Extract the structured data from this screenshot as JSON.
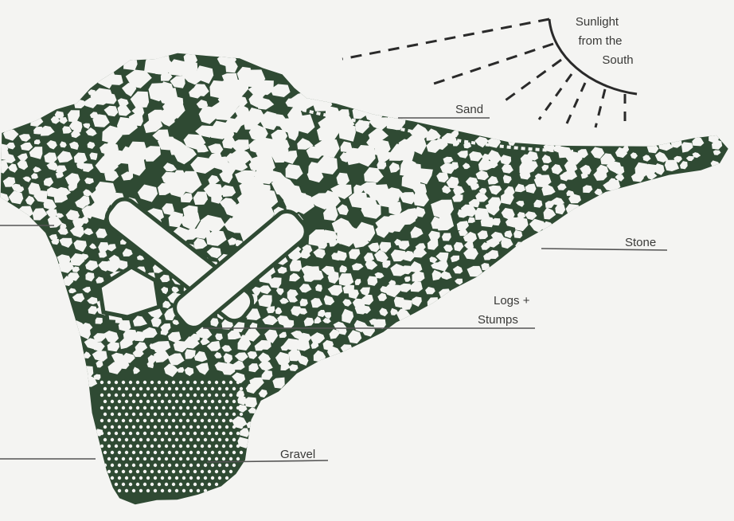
{
  "labels": {
    "sunlight_line1": "Sunlight",
    "sunlight_line2": "from the",
    "sunlight_line3": "South",
    "sand": "Sand",
    "stone": "Stone",
    "logs_line1": "Logs +",
    "logs_line2": "Stumps",
    "gravel": "Gravel"
  },
  "colors": {
    "background": "#f4f4f2",
    "fill": "#2f4a33",
    "rock": "#f4f4f2",
    "label": "#3a3a38",
    "leader": "#555555"
  }
}
